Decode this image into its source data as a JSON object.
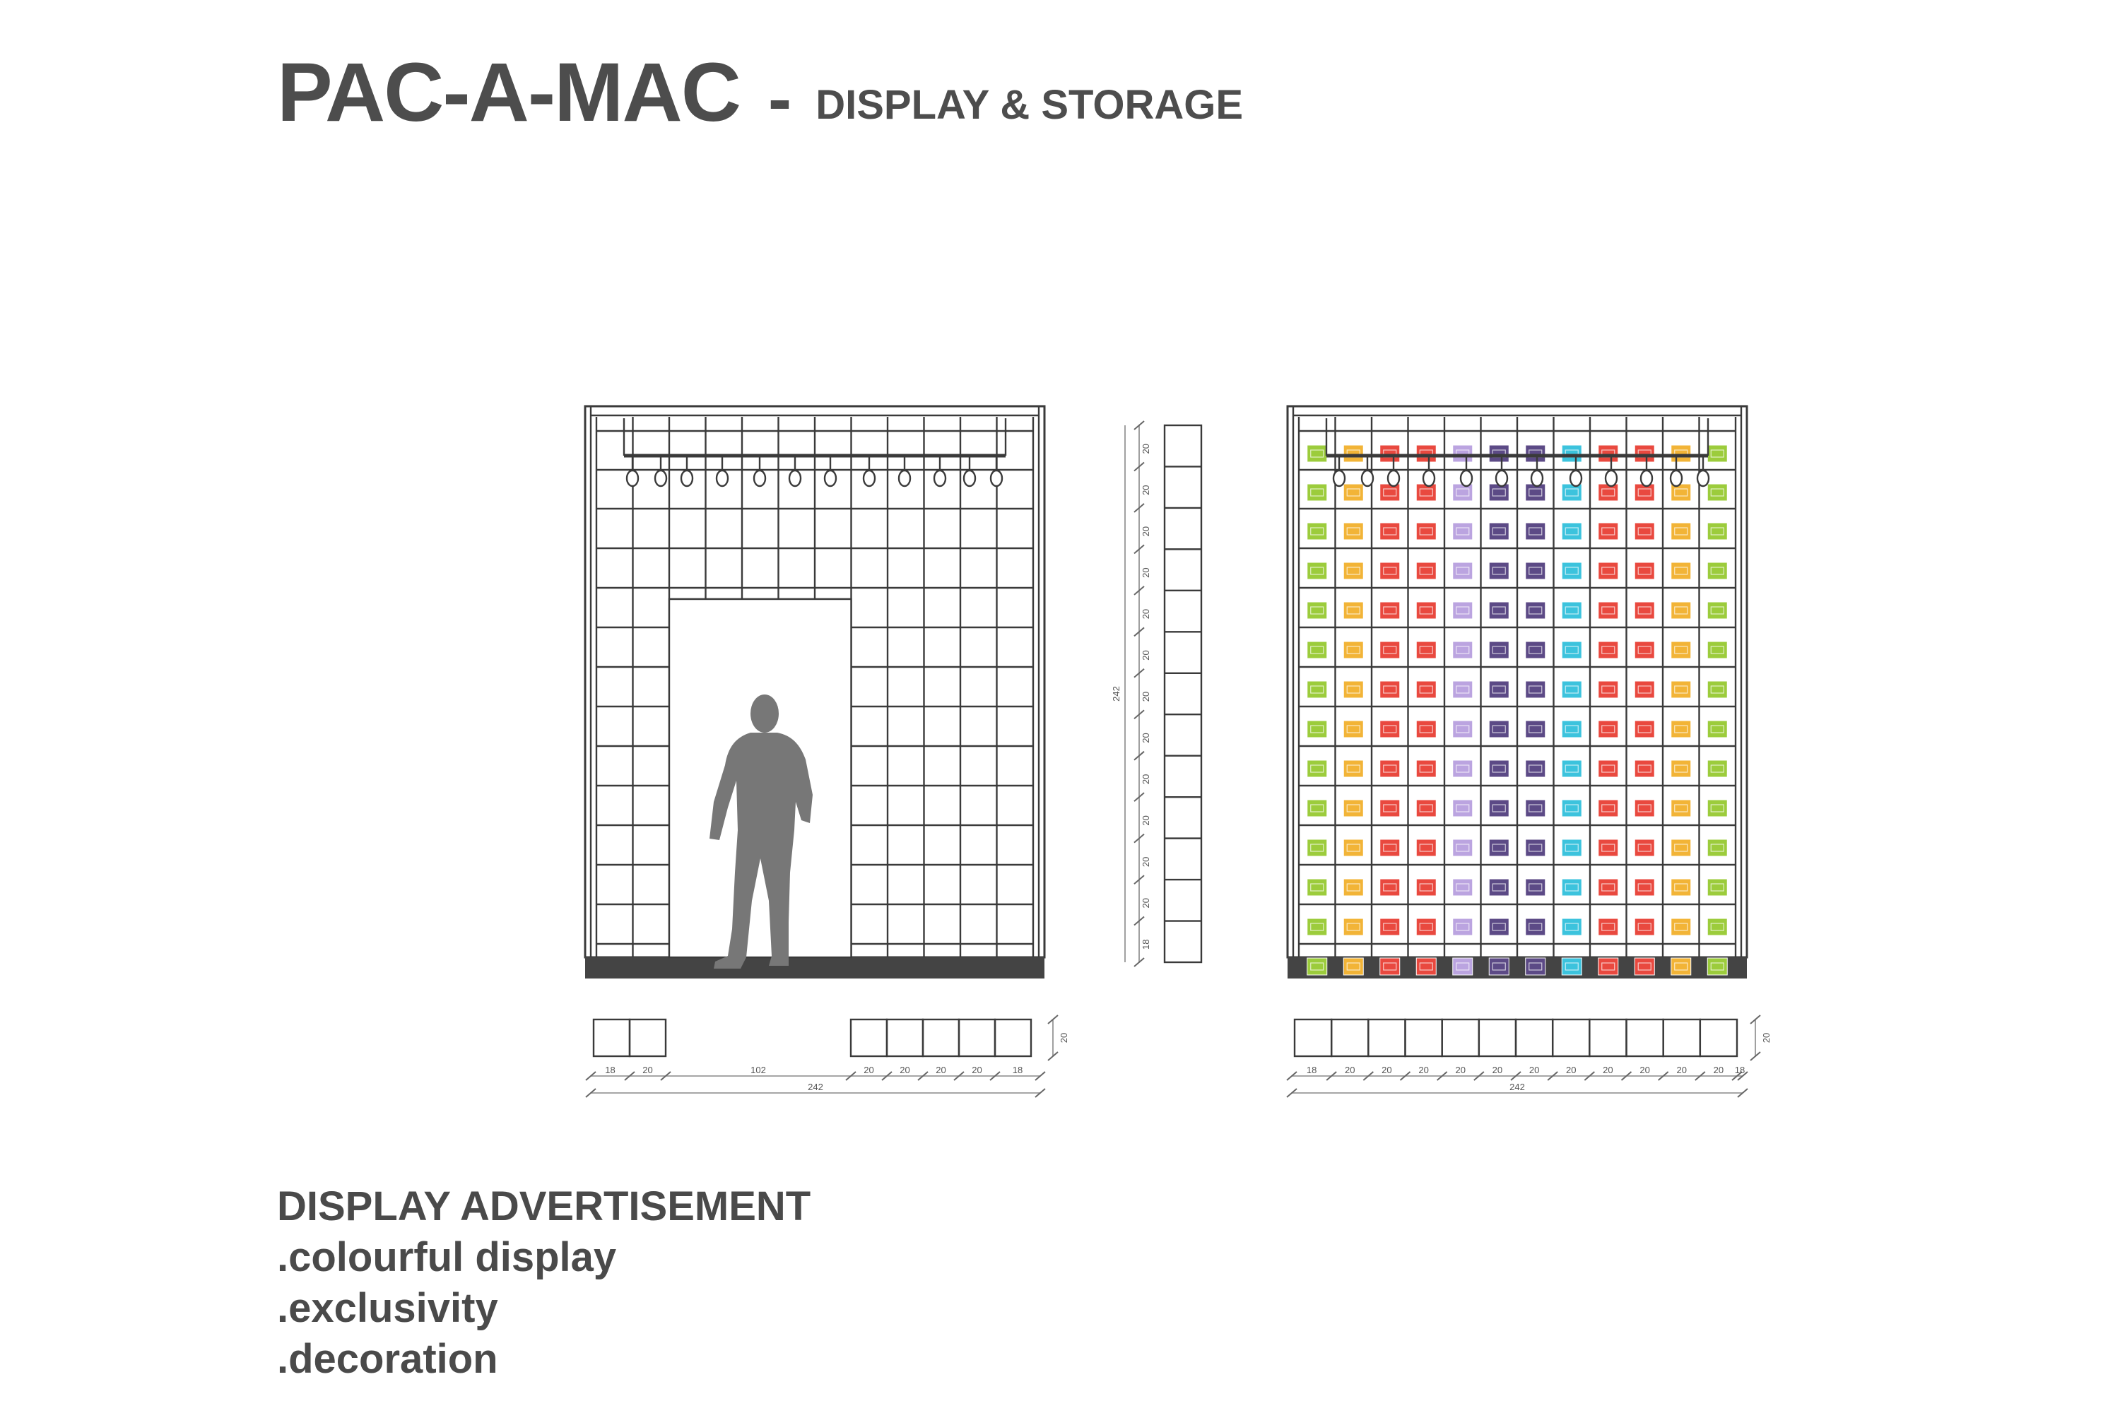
{
  "header": {
    "title": "PAC-A-MAC",
    "separator": "-",
    "subtitle": "DISPLAY & STORAGE"
  },
  "caption": {
    "heading": "DISPLAY ADVERTISEMENT",
    "items": [
      ".colourful display",
      ".exclusivity",
      ".decoration"
    ]
  },
  "dimensions": {
    "left_plan_widths": [
      "18",
      "20",
      "102",
      "20",
      "20",
      "20",
      "20",
      "18"
    ],
    "left_plan_total": "242",
    "right_plan_widths": [
      "18",
      "20",
      "20",
      "20",
      "20",
      "20",
      "20",
      "20",
      "20",
      "20",
      "20",
      "20",
      "18"
    ],
    "right_plan_total": "242",
    "plan_depth": "20",
    "side_height_total": "242",
    "side_height_segments": [
      "20",
      "20",
      "20",
      "20",
      "20",
      "20",
      "20",
      "20",
      "20",
      "20",
      "20",
      "20",
      "18"
    ]
  },
  "colors": {
    "line": "#3a3a3a",
    "base": "#444444",
    "person": "#777777",
    "lime": "#9ccc3c",
    "yellow": "#f2b437",
    "red": "#e9493f",
    "lavender": "#bba4e0",
    "purple": "#5c4a86",
    "cyan": "#3cc3dd"
  },
  "column_colors": [
    "lime",
    "yellow",
    "red",
    "red",
    "lavender",
    "purple",
    "purple",
    "cyan",
    "red",
    "red",
    "yellow",
    "lime"
  ]
}
